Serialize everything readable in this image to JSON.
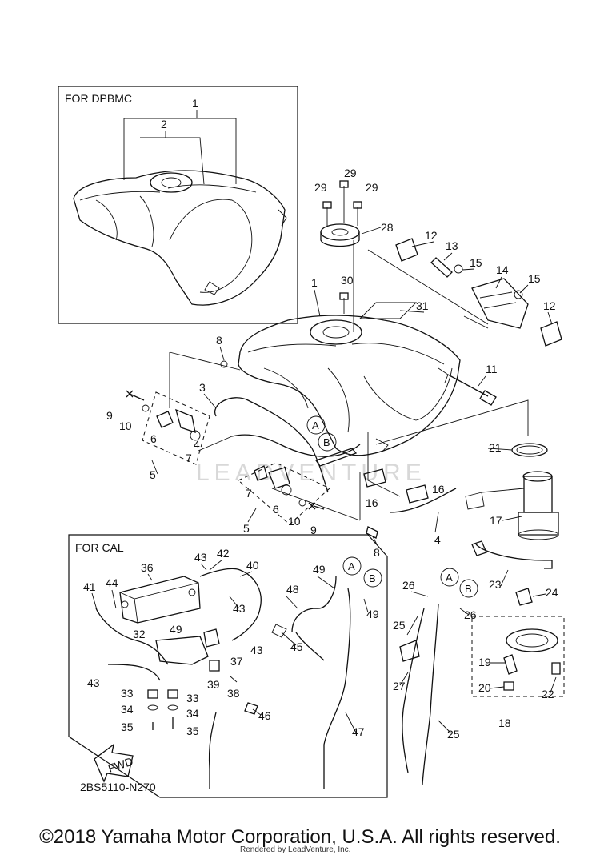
{
  "insets": {
    "dpbmc": "FOR DPBMC",
    "cal": "FOR CAL"
  },
  "diagram_code": "2BS5110-N270",
  "fwd_label": "FWD",
  "watermark": "LEADVENTURE",
  "copyright": "©2018 Yamaha Motor Corporation, U.S.A. All rights reserved.",
  "rendered_by": "Rendered by LeadVenture, Inc.",
  "circle_letters": {
    "a": "A",
    "b": "B"
  },
  "callouts": {
    "p1_top": "1",
    "p2_top": "2",
    "p1": "1",
    "p3": "3",
    "p4a": "4",
    "p4b": "4",
    "p5a": "5",
    "p5b": "5",
    "p6a": "6",
    "p6b": "6",
    "p7a": "7",
    "p7b": "7",
    "p8a": "8",
    "p8b": "8",
    "p9a": "9",
    "p9b": "9",
    "p10a": "10",
    "p10b": "10",
    "p11": "11",
    "p12a": "12",
    "p12b": "12",
    "p13": "13",
    "p14": "14",
    "p15a": "15",
    "p15b": "15",
    "p16a": "16",
    "p16b": "16",
    "p17": "17",
    "p18": "18",
    "p19": "19",
    "p20": "20",
    "p21": "21",
    "p22": "22",
    "p23": "23",
    "p24": "24",
    "p25a": "25",
    "p25b": "25",
    "p26a": "26",
    "p26b": "26",
    "p27": "27",
    "p28": "28",
    "p29a": "29",
    "p29b": "29",
    "p29c": "29",
    "p30": "30",
    "p31": "31",
    "p32": "32",
    "p33a": "33",
    "p33b": "33",
    "p34a": "34",
    "p34b": "34",
    "p35a": "35",
    "p35b": "35",
    "p36": "36",
    "p37": "37",
    "p38": "38",
    "p39": "39",
    "p40": "40",
    "p41": "41",
    "p42": "42",
    "p43a": "43",
    "p43b": "43",
    "p43c": "43",
    "p43d": "43",
    "p44": "44",
    "p45": "45",
    "p46": "46",
    "p47": "47",
    "p48": "48",
    "p49a": "49",
    "p49b": "49",
    "p49c": "49"
  }
}
